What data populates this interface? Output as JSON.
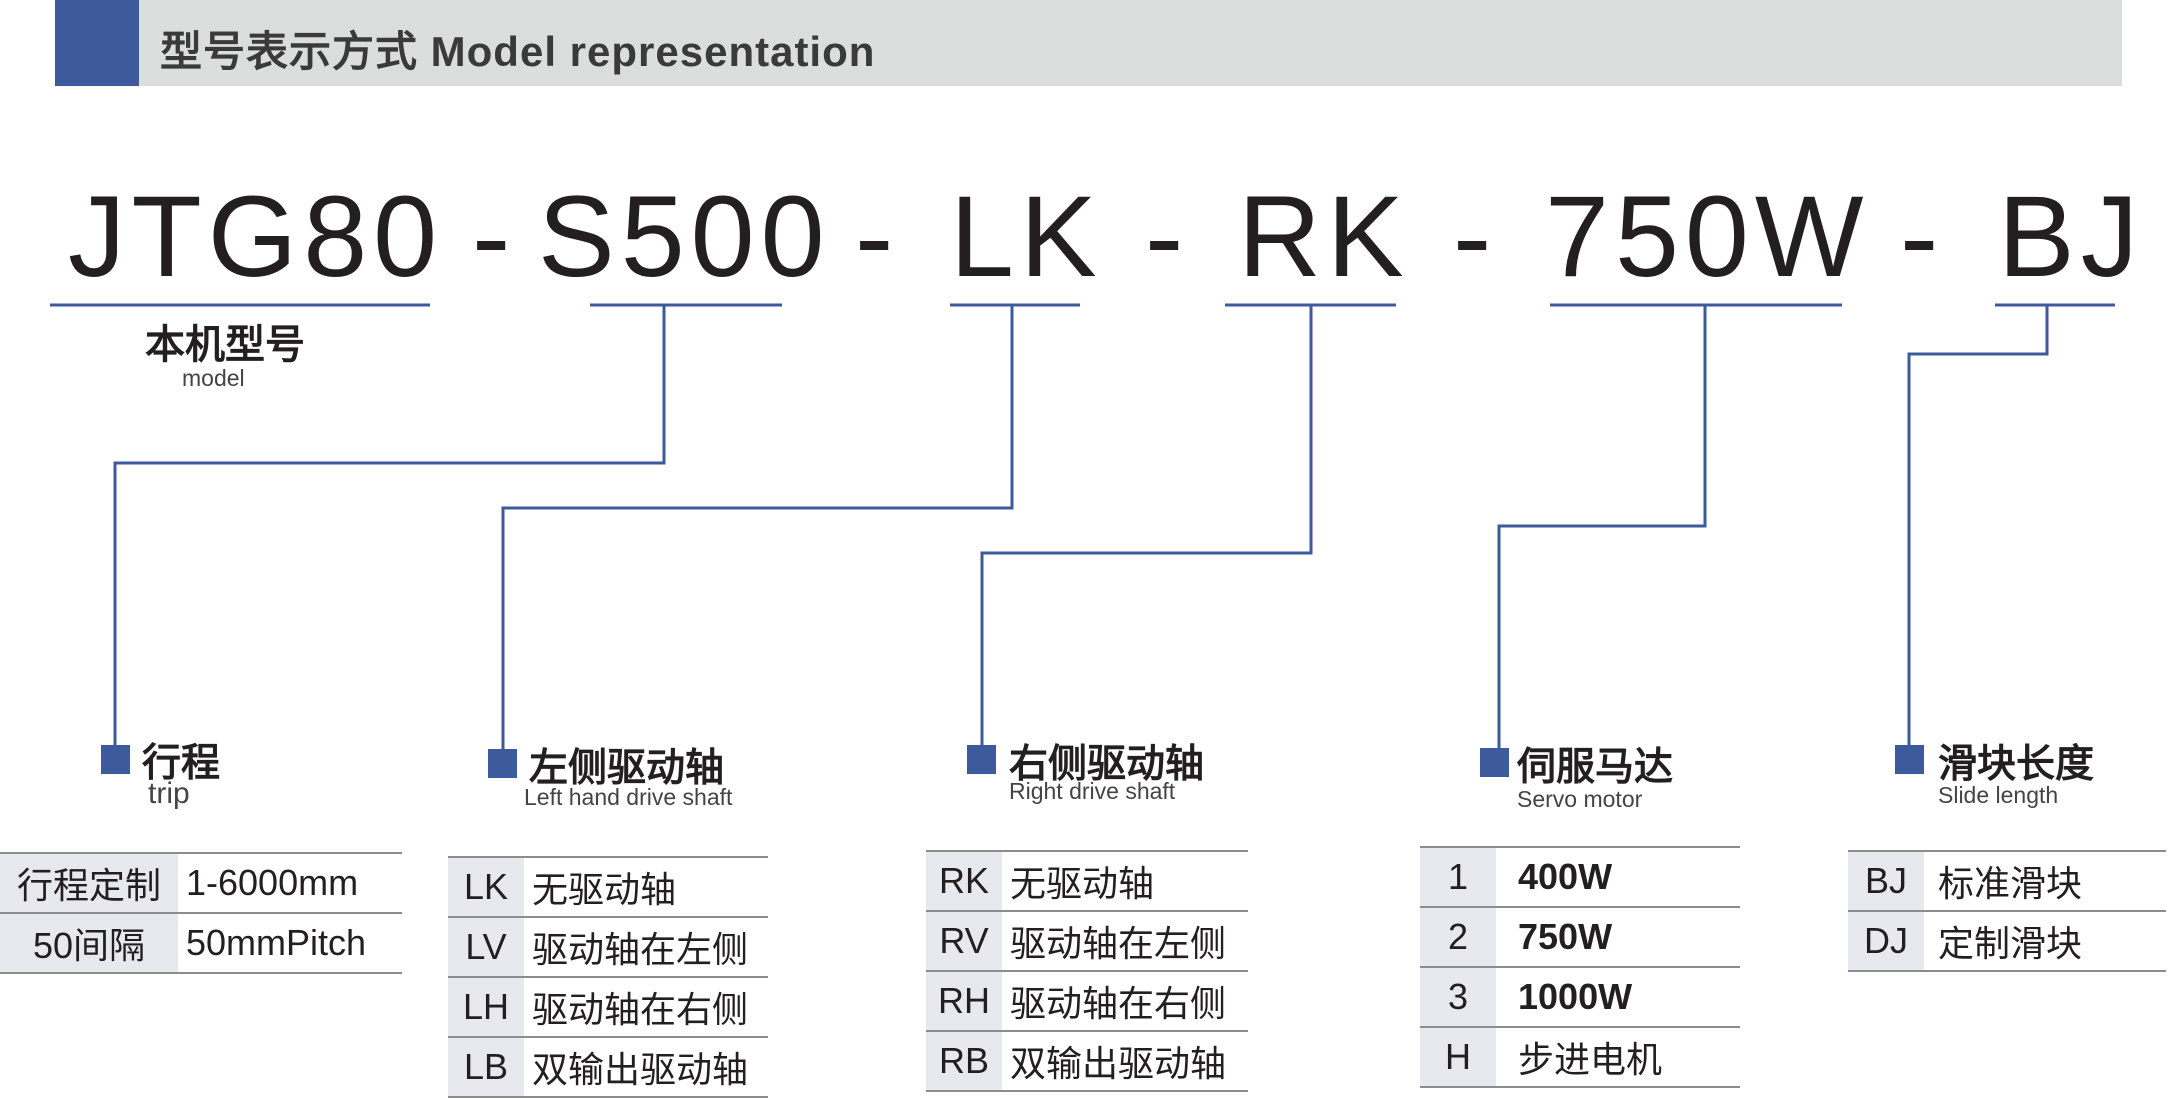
{
  "header": {
    "title": "型号表示方式  Model representation"
  },
  "code": {
    "segments": [
      "JTG80",
      "S500",
      "LK",
      "RK",
      "750W",
      "BJ"
    ],
    "separator": "-"
  },
  "model": {
    "label_cn": "本机型号",
    "label_en": "model"
  },
  "sections": {
    "trip": {
      "title_cn": "行程",
      "title_en": "trip",
      "rows": [
        {
          "code": "行程定制",
          "desc": "1-6000mm"
        },
        {
          "code": "50间隔",
          "desc": "50mmPitch"
        }
      ]
    },
    "left_shaft": {
      "title_cn": "左侧驱动轴",
      "title_en": "Left hand drive shaft",
      "rows": [
        {
          "code": "LK",
          "desc": "无驱动轴"
        },
        {
          "code": "LV",
          "desc": "驱动轴在左侧"
        },
        {
          "code": "LH",
          "desc": "驱动轴在右侧"
        },
        {
          "code": "LB",
          "desc": "双输出驱动轴"
        }
      ]
    },
    "right_shaft": {
      "title_cn": "右侧驱动轴",
      "title_en": "Right drive shaft",
      "rows": [
        {
          "code": "RK",
          "desc": "无驱动轴"
        },
        {
          "code": "RV",
          "desc": "驱动轴在左侧"
        },
        {
          "code": "RH",
          "desc": "驱动轴在右侧"
        },
        {
          "code": "RB",
          "desc": "双输出驱动轴"
        }
      ]
    },
    "servo": {
      "title_cn": "伺服马达",
      "title_en": "Servo motor",
      "rows": [
        {
          "code": "1",
          "desc": "400W"
        },
        {
          "code": "2",
          "desc": "750W"
        },
        {
          "code": "3",
          "desc": "1000W"
        },
        {
          "code": "H",
          "desc": "步进电机"
        }
      ]
    },
    "slide": {
      "title_cn": "滑块长度",
      "title_en": "Slide length",
      "rows": [
        {
          "code": "BJ",
          "desc": "标准滑块"
        },
        {
          "code": "DJ",
          "desc": "定制滑块"
        }
      ]
    }
  },
  "colors": {
    "accent": "#3d5a9c",
    "header_bg": "#dcdddd",
    "line": "#3d5a9c"
  }
}
